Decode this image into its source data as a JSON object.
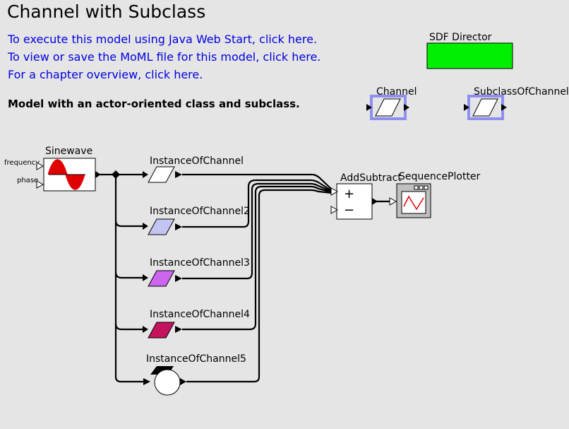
{
  "title": "Channel with Subclass",
  "links": [
    "To execute this model using Java Web Start, click here.",
    "To view or save the MoML file for this model, click here.",
    "For a chapter overview, click here."
  ],
  "subtitle": "Model with an actor-oriented class and subclass.",
  "director": {
    "label": "SDF Director",
    "color": "#00ee00"
  },
  "classes": [
    {
      "label": "Channel"
    },
    {
      "label": "SubclassOfChannel"
    }
  ],
  "sinewave": {
    "label": "Sinewave",
    "ports": [
      "frequency",
      "phase"
    ]
  },
  "instances": [
    {
      "label": "InstanceOfChannel",
      "color": "#ffffff"
    },
    {
      "label": "InstanceOfChannel2",
      "color": "#c4c4f2"
    },
    {
      "label": "InstanceOfChannel3",
      "color": "#cc66ee"
    },
    {
      "label": "InstanceOfChannel4",
      "color": "#c4125e"
    },
    {
      "label": "InstanceOfChannel5",
      "color": "#ffffff"
    }
  ],
  "adder": {
    "label": "AddSubtract",
    "plus": "+",
    "minus": "−"
  },
  "plotter": {
    "label": "SequencePlotter"
  }
}
